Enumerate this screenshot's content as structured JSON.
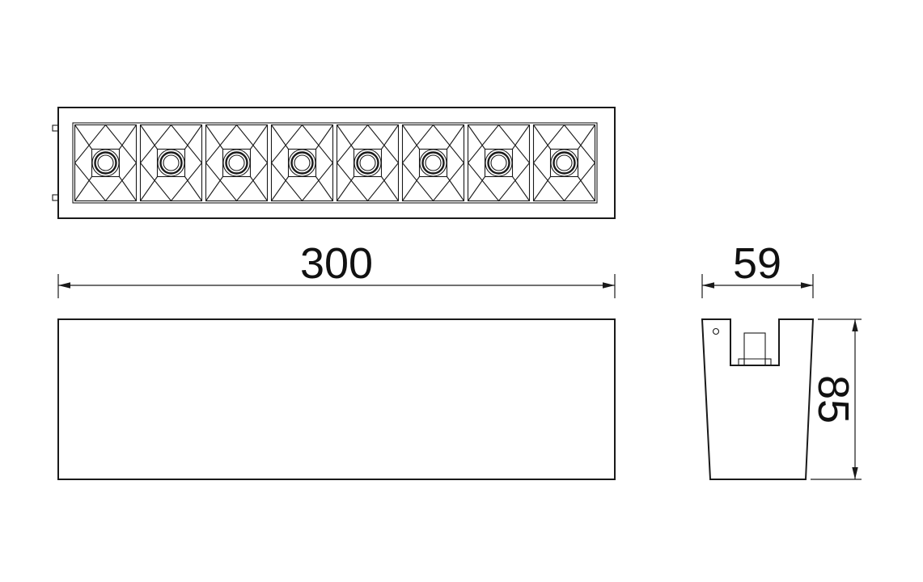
{
  "drawing": {
    "led_count": 8,
    "dimensions": {
      "length": "300",
      "depth": "59",
      "height": "85"
    }
  },
  "colors": {
    "line": "#1a1a1a",
    "background": "#ffffff"
  }
}
